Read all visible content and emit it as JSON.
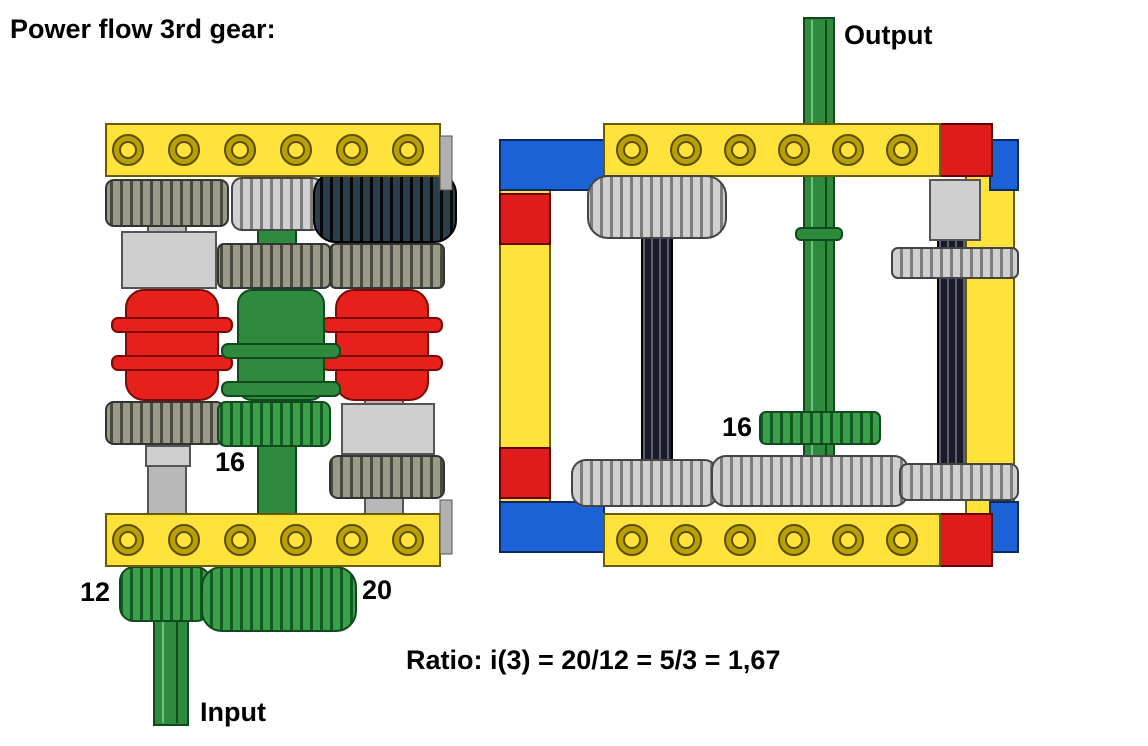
{
  "title": "Power flow 3rd gear:",
  "labels": {
    "output": "Output",
    "input": "Input",
    "ratio": "Ratio: i(3) = 20/12 = 5/3 = 1,67"
  },
  "gear_teeth": {
    "input_left": "12",
    "input_right": "20",
    "mid_left": "16",
    "mid_right": "16"
  },
  "colors": {
    "beam_yellow": "#ffe23a",
    "gear_green": "#2e8b3e",
    "clutch_red": "#e8201c",
    "gear_gray": "#c8c8c8",
    "gear_dark_gray": "#8a8a7a",
    "gear_black": "#1a2a35",
    "brick_blue": "#1b62d6",
    "brick_red": "#e01b1b"
  }
}
